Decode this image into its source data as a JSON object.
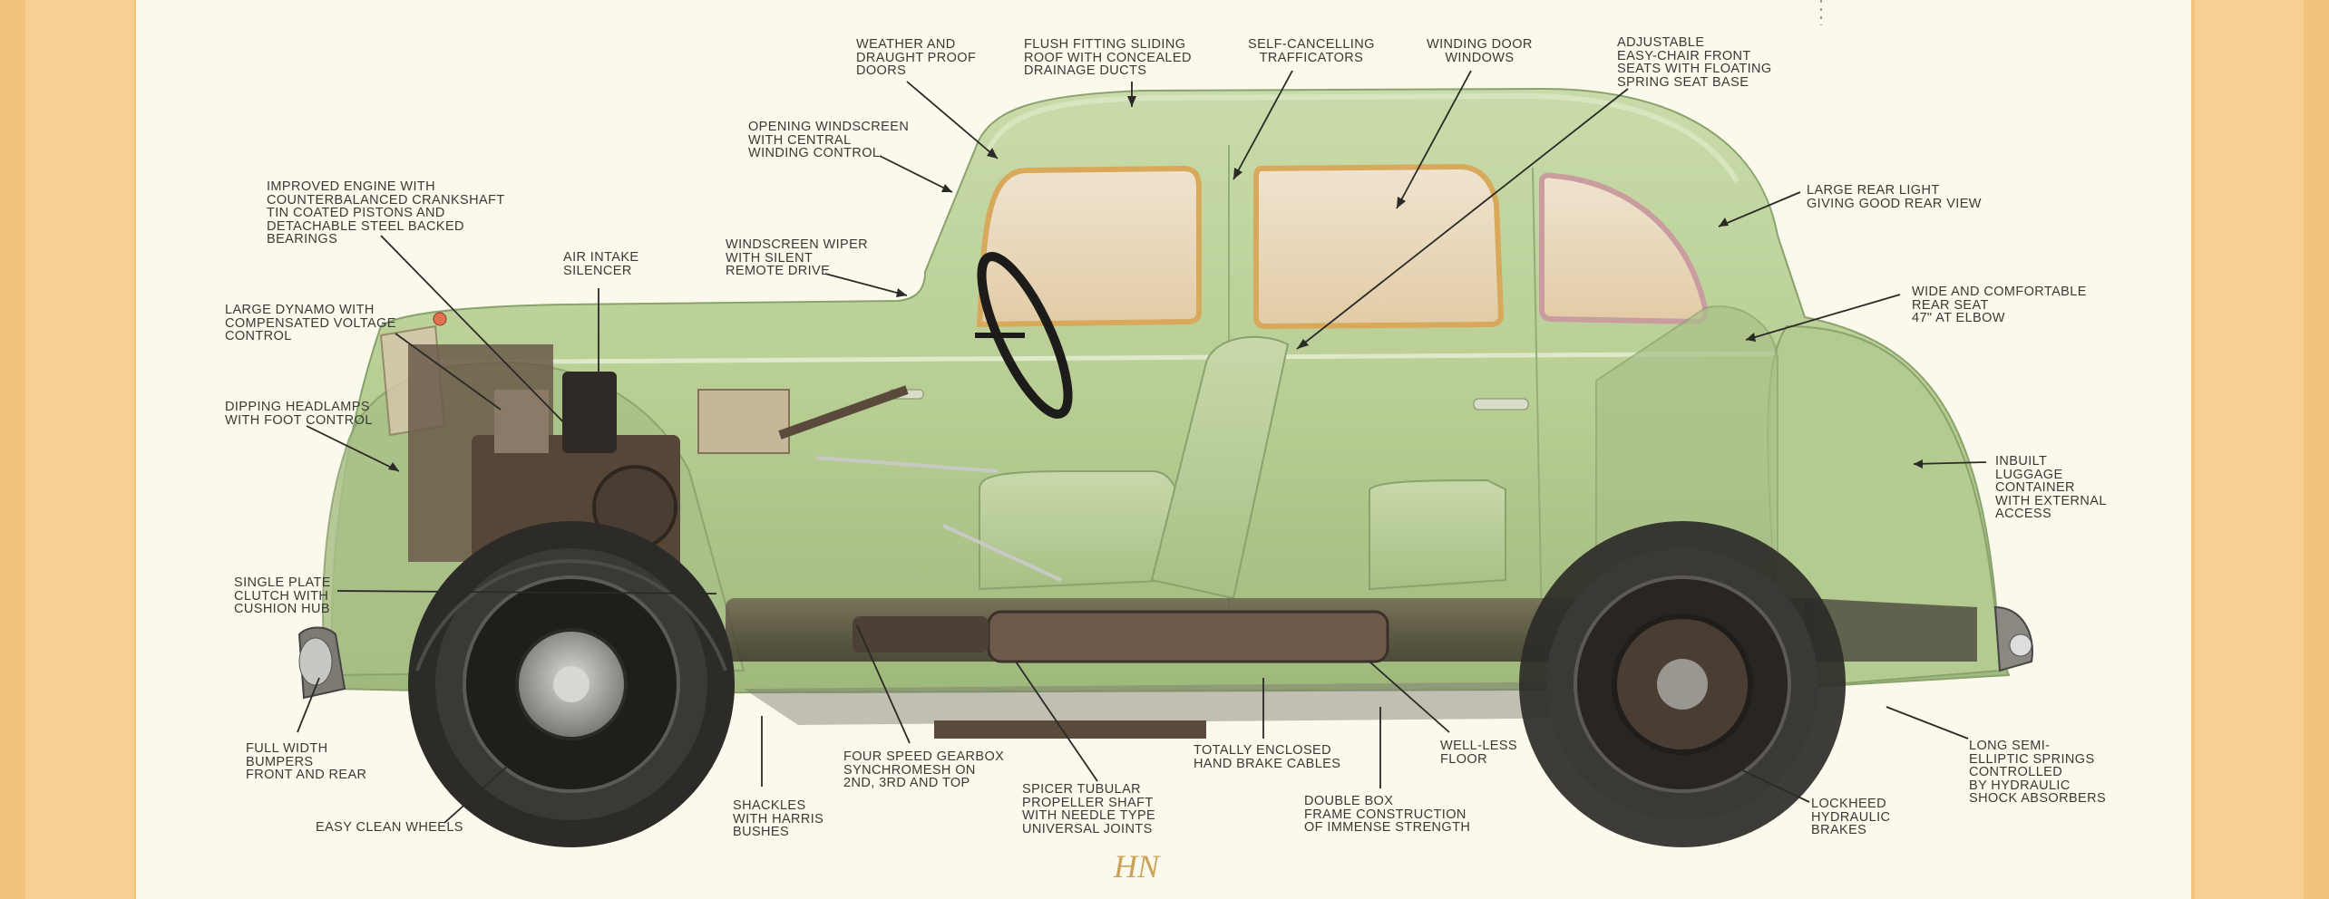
{
  "labels": {
    "weather_doors": "Weather and\ndraught proof\ndoors",
    "flush_roof": "Flush fitting sliding\nroof with concealed\ndrainage ducts",
    "trafficators": "Self-cancelling\ntrafficators",
    "winding_windows": "Winding door\nwindows",
    "easy_chair": "Adjustable\neasy-chair front\nseats with floating\nspring seat base",
    "opening_windscreen": "Opening windscreen\nwith central\nwinding control",
    "improved_engine": "Improved engine with\ncounterbalanced crankshaft\ntin coated pistons and\ndetachable steel backed\nbearings",
    "air_intake": "Air intake\nsilencer",
    "wiper": "Windscreen wiper\nwith silent\nremote drive",
    "large_dynamo": "Large dynamo with\ncompensated voltage\ncontrol",
    "dipping_headlamps": "Dipping headlamps\nwith foot control",
    "large_rear_light": "Large rear light\ngiving good rear view",
    "rear_seat": "Wide and comfortable\nrear seat\n47\" at elbow",
    "luggage": "Inbuilt\nluggage\ncontainer\nwith external\naccess",
    "clutch": "Single plate\nclutch with\ncushion hub",
    "bumpers": "Full width\nbumpers\nfront and rear",
    "wheels": "Easy clean wheels",
    "shackles": "Shackles\nwith Harris\nbushes",
    "gearbox": "Four speed gearbox\nsynchromesh on\n2nd, 3rd and top",
    "propeller": "Spicer tubular\npropeller shaft\nwith needle type\nuniversal joints",
    "hand_brake": "Totally enclosed\nhand brake cables",
    "frame": "Double box\nframe construction\nof immense strength",
    "floor": "Well-less\nfloor",
    "lockheed": "Lockheed\nhydraulic\nbrakes",
    "springs": "Long semi-\nelliptic springs\ncontrolled\nby hydraulic\nshock absorbers"
  },
  "colors": {
    "page_border": "#f2c27f",
    "paper": "#fbf8ec",
    "body_green": "#bcd19a",
    "tyre": "#2c2b28",
    "label_text": "#3a3a34"
  }
}
